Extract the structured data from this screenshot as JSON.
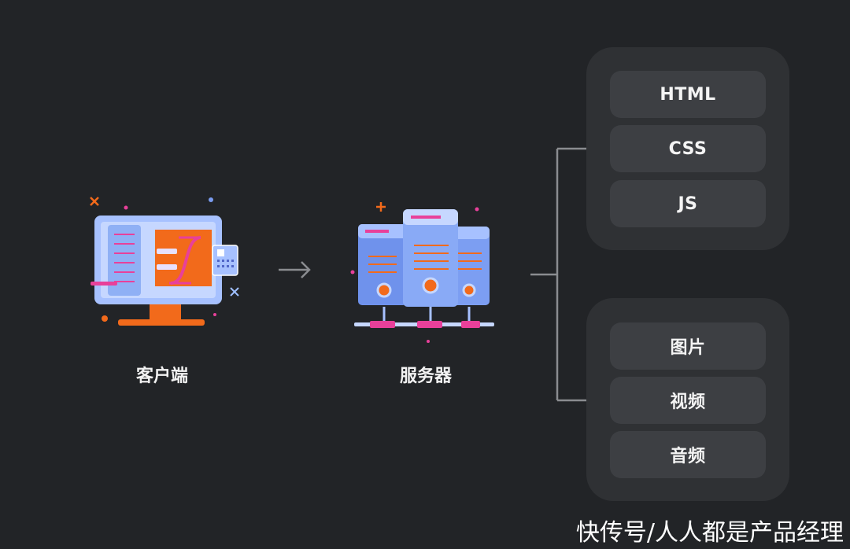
{
  "nodes": {
    "client_label": "客户端",
    "server_label": "服务器"
  },
  "groups": {
    "code": {
      "items": [
        "HTML",
        "CSS",
        "JS"
      ]
    },
    "media": {
      "items": [
        "图片",
        "视频",
        "音频"
      ]
    }
  },
  "watermark": "快传号/人人都是产品经理",
  "colors": {
    "background": "#222427",
    "panel": "#2f3134",
    "chip": "#3d3f43",
    "connector": "#8a8c90",
    "accent_orange": "#f26a1b",
    "accent_pink": "#e8409a",
    "accent_blue": "#7a9cf0"
  }
}
